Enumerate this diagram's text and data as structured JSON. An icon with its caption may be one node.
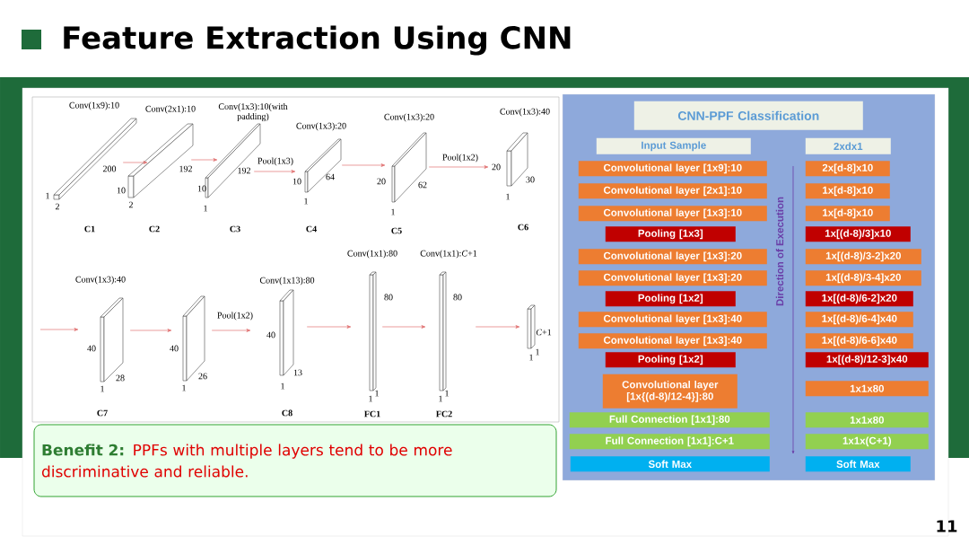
{
  "diagram": {
    "title": "Feature Extraction Using CNN",
    "nodes": [
      {
        "text": [
          "Conv(1x9):10",
          "C1",
          "200",
          "1",
          "2"
        ]
      },
      {
        "text": [
          "Conv(2x1):10",
          "C2",
          "10",
          "192",
          "2"
        ]
      },
      {
        "text": [
          "Conv(1x3):10(with padding)",
          "C3",
          "10",
          "192",
          "1"
        ]
      },
      {
        "text": [
          "Conv(1x3):20",
          "C4",
          "10",
          "64",
          "1"
        ]
      },
      {
        "text": [
          "Conv(1x3):20",
          "C5",
          "20",
          "62",
          "1"
        ]
      },
      {
        "text": [
          "Conv(1x3):40",
          "C6",
          "20",
          "30",
          "1"
        ]
      },
      {
        "text": [
          "Conv(1x3):40",
          "C7",
          "40",
          "28",
          "1"
        ]
      },
      {
        "text": [
          "40",
          "26",
          "1"
        ]
      },
      {
        "text": [
          "Conv(1x13):80",
          "C8",
          "40",
          "13",
          "1"
        ]
      },
      {
        "text": [
          "Conv(1x1):80",
          "FC1",
          "80",
          "1",
          "1"
        ]
      },
      {
        "text": [
          "Conv(1x1):*C*+1",
          "FC2",
          "80",
          "1",
          "1"
        ]
      },
      {
        "text": [
          "*C*+1",
          "1",
          "1"
        ]
      },
      {
        "text": [],
        "shape": "box"
      },
      {
        "text": [
          "CNN-PPF Classification"
        ],
        "in": 12
      },
      {
        "text": [
          "Input Sample"
        ],
        "in": 12
      },
      {
        "text": [
          "2xdx1"
        ],
        "in": 12
      },
      {
        "text": [
          "Convolutional layer [1x9]:10"
        ],
        "in": 12
      },
      {
        "text": [
          "2x[d-8]x10"
        ],
        "in": 12
      },
      {
        "text": [
          "Convolutional layer [2x1]:10"
        ],
        "in": 12
      },
      {
        "text": [
          "1x[d-8]x10"
        ],
        "in": 12
      },
      {
        "text": [
          "Convolutional layer [1x3]:10"
        ],
        "in": 12
      },
      {
        "text": [
          "1x[d-8]x10"
        ],
        "in": 12
      },
      {
        "text": [
          "Pooling [1x3]"
        ],
        "in": 12
      },
      {
        "text": [
          "1x[(d-8)/3]x10"
        ],
        "in": 12
      },
      {
        "text": [
          "Convolutional layer [1x3]:20"
        ],
        "in": 12
      },
      {
        "text": [
          "1x[(d-8)/3-2]x20"
        ],
        "in": 12
      },
      {
        "text": [
          "Convolutional layer [1x3]:20"
        ],
        "in": 12
      },
      {
        "text": [
          "1x[(d-8)/3-4]x20"
        ],
        "in": 12
      },
      {
        "text": [
          "Pooling [1x2]"
        ],
        "in": 12
      },
      {
        "text": [
          "1x[(d-8)/6-2]x20"
        ],
        "in": 12
      },
      {
        "text": [
          "Convolutional layer [1x3]:40"
        ],
        "in": 12
      },
      {
        "text": [
          "1x[(d-8)/6-4]x40"
        ],
        "in": 12
      },
      {
        "text": [
          "Convolutional layer [1x3]:40"
        ],
        "in": 12
      },
      {
        "text": [
          "1x[(d-8)/6-6]x40"
        ],
        "in": 12
      },
      {
        "text": [
          "Pooling [1x2]"
        ],
        "in": 12
      },
      {
        "text": [
          "1x[(d-8)/12-3]x40"
        ],
        "in": 12
      },
      {
        "text": [
          "Convolutional layer [1x{(d-8)/12-4}]:80"
        ],
        "in": 12
      },
      {
        "text": [
          "1x1x80"
        ],
        "in": 12
      },
      {
        "text": [
          "Full Connection  [1x1]:80"
        ],
        "in": 12
      },
      {
        "text": [
          "1x1x80"
        ],
        "in": 12
      },
      {
        "text": [
          "Full Connection  [1x1]:C+1"
        ],
        "in": 12
      },
      {
        "text": [
          "1x1x(C+1)"
        ],
        "in": 12
      },
      {
        "text": [
          "Soft Max"
        ],
        "in": 12
      },
      {
        "text": [
          "Soft Max"
        ],
        "in": 12
      },
      {
        "text": [
          "Benefit 2:",
          "PPFs with multiple layers tend to be more discriminative and reliable."
        ]
      }
    ],
    "edges": [
      {
        "from": 0,
        "to": 1,
        "arrow": "to"
      },
      {
        "from": 1,
        "to": 2,
        "arrow": "to"
      },
      {
        "from": 2,
        "to": 3,
        "arrow": "to",
        "label": "Pool(1x3)"
      },
      {
        "from": 3,
        "to": 4,
        "arrow": "to"
      },
      {
        "from": 4,
        "to": 5,
        "arrow": "to",
        "label": "Pool(1x2)"
      },
      {
        "from": null,
        "to": 6,
        "arrow": "to"
      },
      {
        "from": 6,
        "to": 7,
        "arrow": "to"
      },
      {
        "from": 7,
        "to": 8,
        "arrow": "to",
        "label": "Pool(1x2)"
      },
      {
        "from": 8,
        "to": 9,
        "arrow": "to"
      },
      {
        "from": 9,
        "to": 10,
        "arrow": "to"
      },
      {
        "from": 10,
        "to": 11,
        "arrow": "to"
      }
    ],
    "labels": [
      "Direction of Execution",
      "11"
    ]
  }
}
